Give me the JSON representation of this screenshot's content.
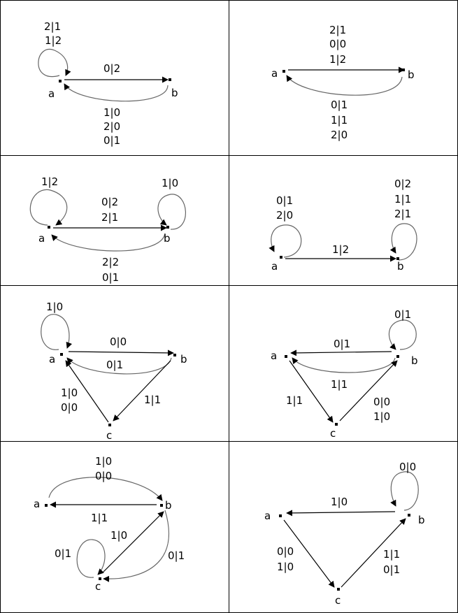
{
  "panels": [
    {
      "nodes": [
        "a",
        "b"
      ],
      "edge_labels": {
        "loop_a": [
          "2|1",
          "1|2"
        ],
        "a_to_b": [
          "0|2"
        ],
        "b_to_a": [
          "1|0",
          "2|0",
          "0|1"
        ]
      }
    },
    {
      "nodes": [
        "a",
        "b"
      ],
      "edge_labels": {
        "a_to_b": [
          "2|1",
          "0|0",
          "1|2"
        ],
        "b_to_a": [
          "0|1",
          "1|1",
          "2|0"
        ]
      }
    },
    {
      "nodes": [
        "a",
        "b"
      ],
      "edge_labels": {
        "loop_a": [
          "1|2"
        ],
        "loop_b": [
          "1|0"
        ],
        "a_to_b": [
          "0|2",
          "2|1"
        ],
        "b_to_a": [
          "2|2",
          "0|1"
        ]
      }
    },
    {
      "nodes": [
        "a",
        "b"
      ],
      "edge_labels": {
        "loop_a": [
          "0|1",
          "2|0"
        ],
        "loop_b": [
          "0|2",
          "1|1",
          "2|1"
        ],
        "a_to_b": [
          "1|2"
        ]
      }
    },
    {
      "nodes": [
        "a",
        "b",
        "c"
      ],
      "edge_labels": {
        "loop_a": [
          "1|0"
        ],
        "a_to_b": [
          "0|0"
        ],
        "b_to_a": [
          "0|1"
        ],
        "c_to_a": [
          "1|0",
          "0|0"
        ],
        "b_to_c": [
          "1|1"
        ]
      }
    },
    {
      "nodes": [
        "a",
        "b",
        "c"
      ],
      "edge_labels": {
        "loop_b": [
          "0|1"
        ],
        "b_to_a_top": [
          "0|1"
        ],
        "b_to_a_curve": [
          "1|1"
        ],
        "a_to_c": [
          "1|1"
        ],
        "c_to_b": [
          "0|0",
          "1|0"
        ]
      }
    },
    {
      "nodes": [
        "a",
        "b",
        "c"
      ],
      "edge_labels": {
        "a_to_b": [
          "1|0",
          "0|0"
        ],
        "b_to_a": [
          "1|1"
        ],
        "loop_c": [
          "0|1"
        ],
        "c_to_b": [
          "1|0"
        ],
        "b_to_c_curve": [
          "0|1"
        ]
      }
    },
    {
      "nodes": [
        "a",
        "b",
        "c"
      ],
      "edge_labels": {
        "loop_b": [
          "0|0"
        ],
        "b_to_a": [
          "1|0"
        ],
        "a_to_c": [
          "0|0",
          "1|0"
        ],
        "c_to_b": [
          "1|1",
          "0|1"
        ]
      }
    }
  ]
}
